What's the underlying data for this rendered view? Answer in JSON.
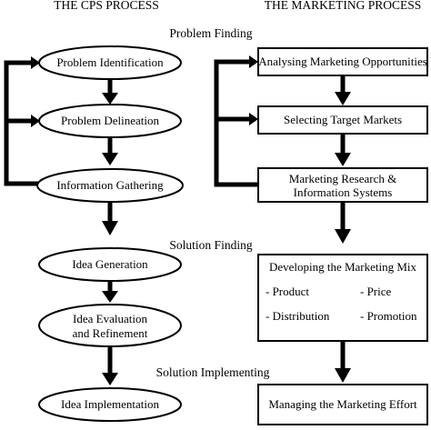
{
  "headers": {
    "left": "THE CPS PROCESS",
    "right": "THE MARKETING PROCESS"
  },
  "phases": {
    "problem_finding": "Problem Finding",
    "solution_finding": "Solution Finding",
    "solution_implementing": "Solution Implementing"
  },
  "cps_steps": {
    "problem_identification": "Problem Identification",
    "problem_delineation": "Problem Delineation",
    "information_gathering": "Information Gathering",
    "idea_generation": "Idea Generation",
    "idea_evaluation_line1": "Idea Evaluation",
    "idea_evaluation_line2": "and Refinement",
    "idea_implementation": "Idea Implementation"
  },
  "marketing_steps": {
    "analysing": "Analysing Marketing Opportunities",
    "selecting": "Selecting Target Markets",
    "research_line1": "Marketing Research &",
    "research_line2": "Information Systems",
    "mix_title": "Developing the Marketing Mix",
    "mix_product": "- Product",
    "mix_price": "- Price",
    "mix_distribution": "- Distribution",
    "mix_promotion": "- Promotion",
    "managing": "Managing the Marketing Effort"
  }
}
